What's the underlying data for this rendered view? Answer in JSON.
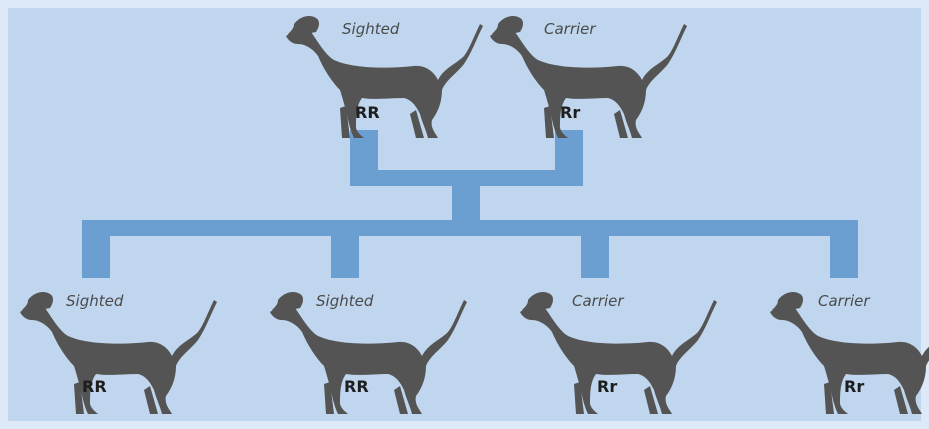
{
  "colors": {
    "background": "#c0d6ee",
    "border": "#dde9f6",
    "connector": "#6b9fd1",
    "dog": "#545454",
    "label": "#1e1e1e"
  },
  "icon": "greyhound-silhouette-icon",
  "parents": [
    {
      "phenotype": "Sighted",
      "genotype": "RR"
    },
    {
      "phenotype": "Carrier",
      "genotype": "Rr"
    }
  ],
  "offspring": [
    {
      "phenotype": "Sighted",
      "genotype": "RR"
    },
    {
      "phenotype": "Sighted",
      "genotype": "RR"
    },
    {
      "phenotype": "Carrier",
      "genotype": "Rr"
    },
    {
      "phenotype": "Carrier",
      "genotype": "Rr"
    }
  ]
}
